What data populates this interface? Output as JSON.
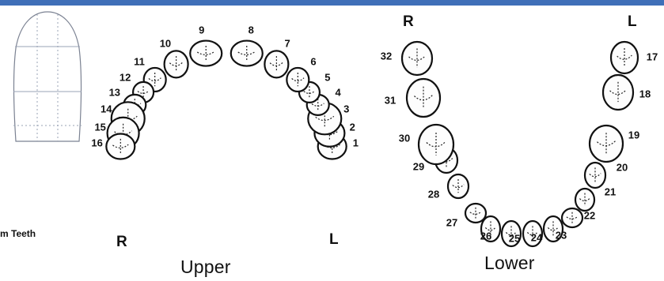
{
  "caption_fragment": "m Teeth",
  "upper": {
    "title": "Upper",
    "right_label": "R",
    "left_label": "L",
    "teeth": [
      "1",
      "2",
      "3",
      "4",
      "5",
      "6",
      "7",
      "8",
      "9",
      "10",
      "11",
      "12",
      "13",
      "14",
      "15",
      "16"
    ]
  },
  "lower": {
    "title": "Lower",
    "right_label": "R",
    "left_label": "L",
    "teeth": [
      "17",
      "18",
      "19",
      "20",
      "21",
      "22",
      "23",
      "24",
      "25",
      "26",
      "27",
      "28",
      "29",
      "30",
      "31",
      "32"
    ]
  },
  "colors": {
    "header_bar": "#3f6fb8",
    "outline": "#111111",
    "crown_grid": "#9aa3b5"
  }
}
